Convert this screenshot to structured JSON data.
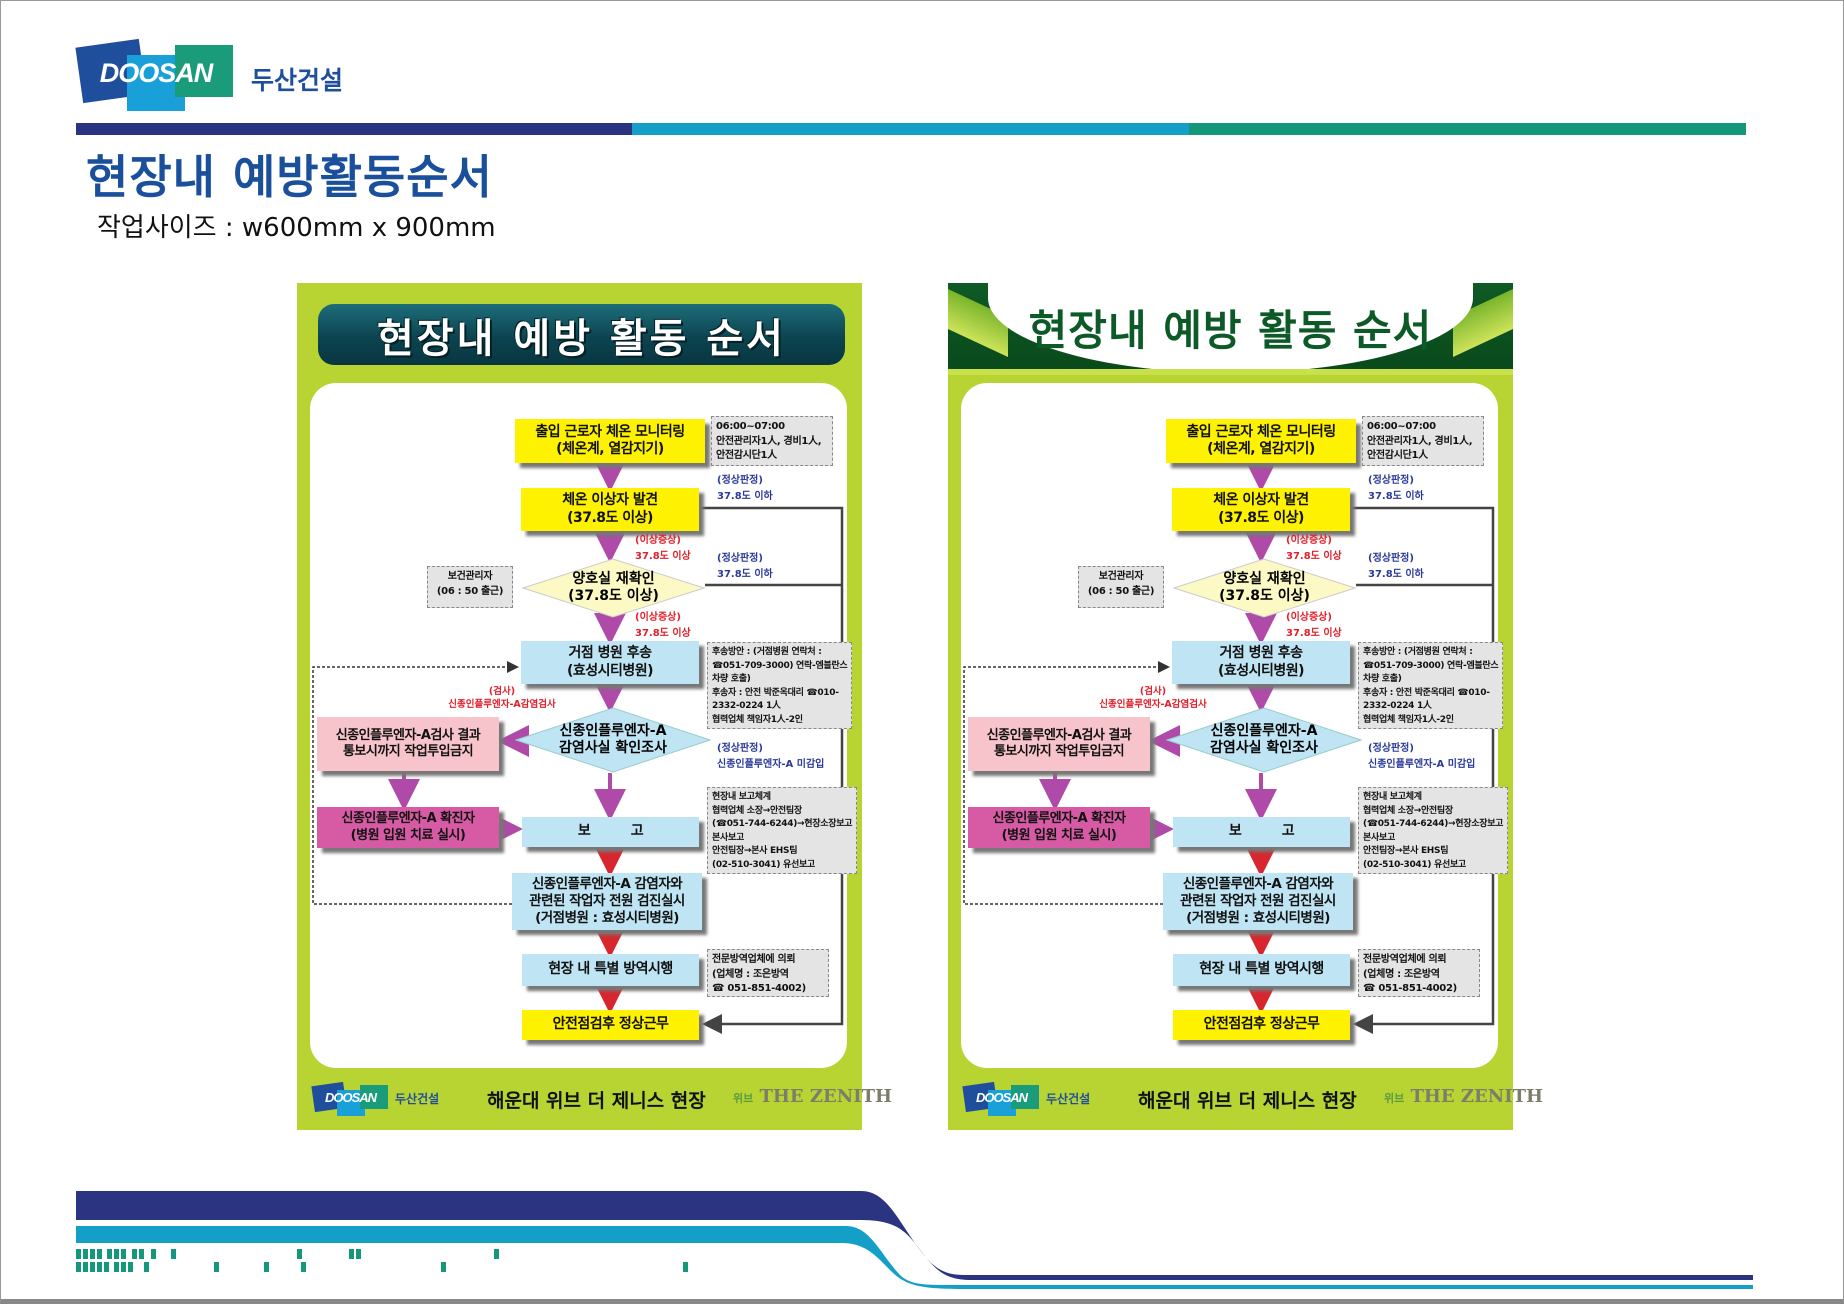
{
  "header": {
    "logo_text": "DOOSAN",
    "company": "두산건설",
    "title": "현장내 예방활동순서",
    "subtitle": "작업사이즈 : w600mm x 900mm"
  },
  "colors": {
    "navy": "#2b3480",
    "cyan": "#139fc8",
    "green": "#14977a",
    "poster_bg": "#b7d433",
    "yellow": "#fff200"
  },
  "poster": {
    "title": "현장내 예방 활동 순서",
    "nodes": {
      "n1": [
        "출입 근로자 체온 모니터링",
        "(체온계, 열감지기)"
      ],
      "n2": [
        "체온 이상자 발견",
        "(37.8도 이상)"
      ],
      "d1": [
        "양호실 재확인",
        "(37.8도 이상)"
      ],
      "n3": [
        "거점 병원 후송",
        "(효성시티병원)"
      ],
      "d2": [
        "신종인플루엔자-A",
        "감염사실 확인조사"
      ],
      "pink": [
        "신종인플루엔자-A검사 결과",
        "통보시까지 작업투입금지"
      ],
      "magenta": [
        "신종인플루엔자-A 확진자",
        "(병원 입원 치료 실시)"
      ],
      "n4": [
        "보　　　고"
      ],
      "n5": [
        "신종인플루엔자-A 감염자와",
        "관련된 작업자 전원 검진실시",
        "(거점병원 : 효성시티병원)"
      ],
      "n6": [
        "현장 내 특별 방역시행"
      ],
      "n7": [
        "안전점검후 정상근무"
      ]
    },
    "info": {
      "i1": [
        "06:00~07:00",
        "안전관리자1人, 경비1人,",
        "안전감시단1人"
      ],
      "bogun": [
        "보건관리자",
        "(06 : 50 출근)"
      ],
      "i2": [
        "후송방안 : (거점병원 연락처 :",
        "☎051-709-3000) 연락-엠블란스",
        "차량 호출)",
        "후송자 : 안전 박준옥대리 ☎010-",
        "2332-0224 1人",
        "협력업체 책임자1人-2인"
      ],
      "i3": [
        "현장내 보고체계",
        "협력업체 소장→안전팀장",
        "(☎051-744-6244)→현장소장보고",
        "본사보고",
        "안전팀장→본사 EHS팀",
        "(02-510-3041) 유선보고"
      ],
      "i4": [
        "전문방역업체에 의뢰",
        "(업체명 : 조은방역",
        "☎ 051-851-4002)"
      ]
    },
    "labels": {
      "normal1": [
        "(정상판정)",
        "37.8도 이하"
      ],
      "abn1": [
        "(이상증상)",
        "37.8도 이상"
      ],
      "normal2": [
        "(정상판정)",
        "37.8도 이하"
      ],
      "abn2": [
        "(이상증상)",
        "37.8도 이상"
      ],
      "test": [
        "(검사)",
        "신종인플루엔자-A감염검사"
      ],
      "normal3": [
        "(정상판정)",
        "신종인플루엔자-A 미감입"
      ]
    },
    "footer": {
      "logo_text": "DOOSAN",
      "company": "두산건설",
      "site": "해운대 위브 더 제니스 현장",
      "brand_small": "위브",
      "brand": "THE ZENITH"
    }
  }
}
